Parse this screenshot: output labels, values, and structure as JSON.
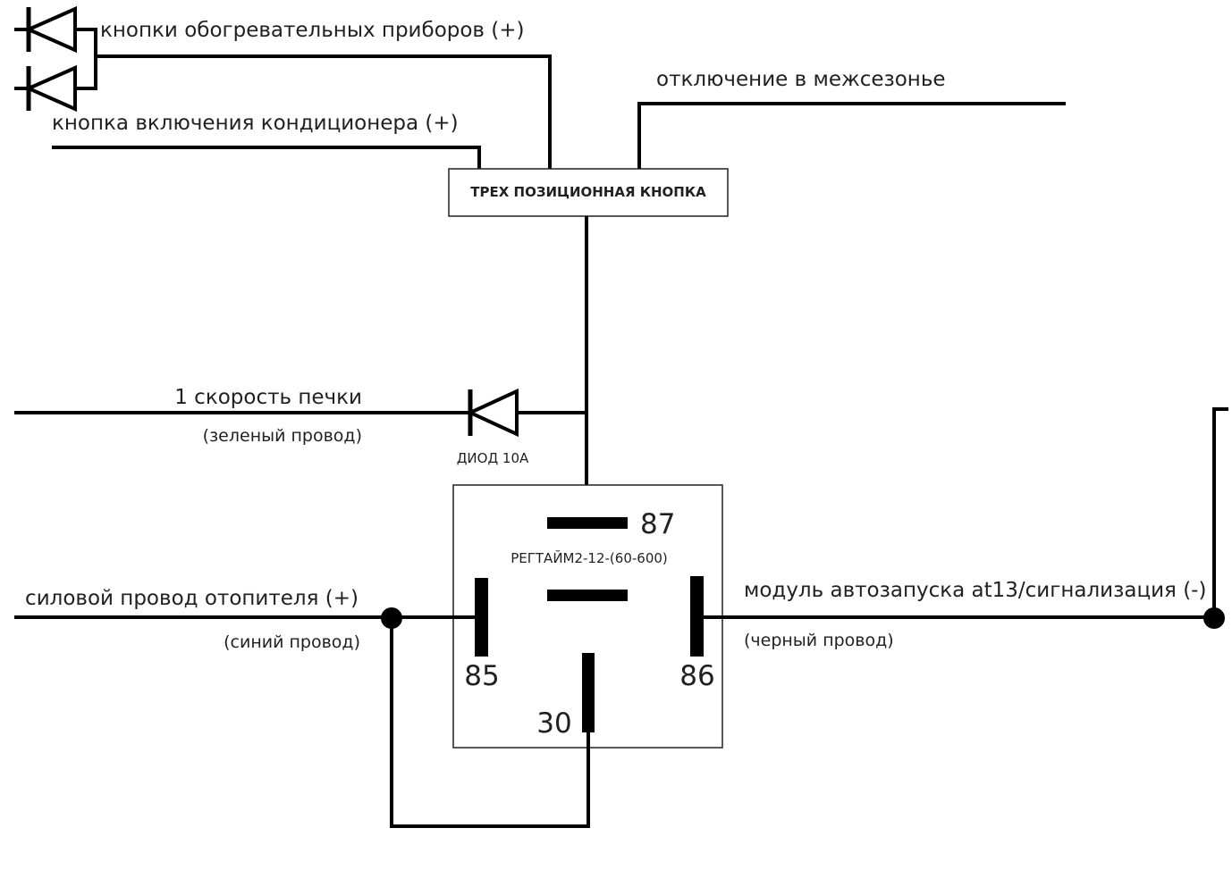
{
  "labels": {
    "heater_buttons": "кнопки обогревательных приборов (+)",
    "ac_button": "кнопка включения кондиционера (+)",
    "offseason": "отключение в межсезонье",
    "switch": "ТРЕХ ПОЗИЦИОННАЯ КНОПКА",
    "stove_speed": "1 скорость печки",
    "green_wire": "(зеленый провод)",
    "diode": "ДИОД 10А",
    "relay_model": "РЕГТАЙМ2-12-(60-600)",
    "heater_power": "силовой провод отопителя (+)",
    "blue_wire": "(синий провод)",
    "autostart": "модуль автозапуска at13/сигнализация (-)",
    "black_wire": "(черный провод)"
  },
  "pins": {
    "p87": "87",
    "p85": "85",
    "p86": "86",
    "p30": "30"
  },
  "colors": {
    "line": "#000000",
    "text": "#231f20"
  }
}
